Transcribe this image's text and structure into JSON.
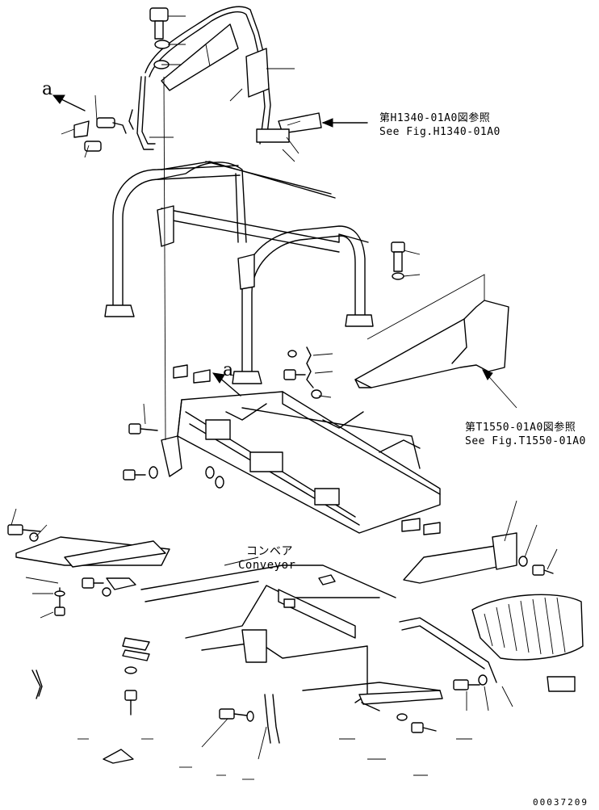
{
  "references": {
    "top": {
      "jp": "第H1340-01A0図参照",
      "en": "See Fig.H1340-01A0"
    },
    "right": {
      "jp": "第T1550-01A0図参照",
      "en": "See Fig.T1550-01A0"
    }
  },
  "view_markers": {
    "upper": "a",
    "lower": "a"
  },
  "conveyor_label": {
    "jp": "コンベア",
    "en": "Conveyor"
  },
  "drawing_number": "00037209"
}
